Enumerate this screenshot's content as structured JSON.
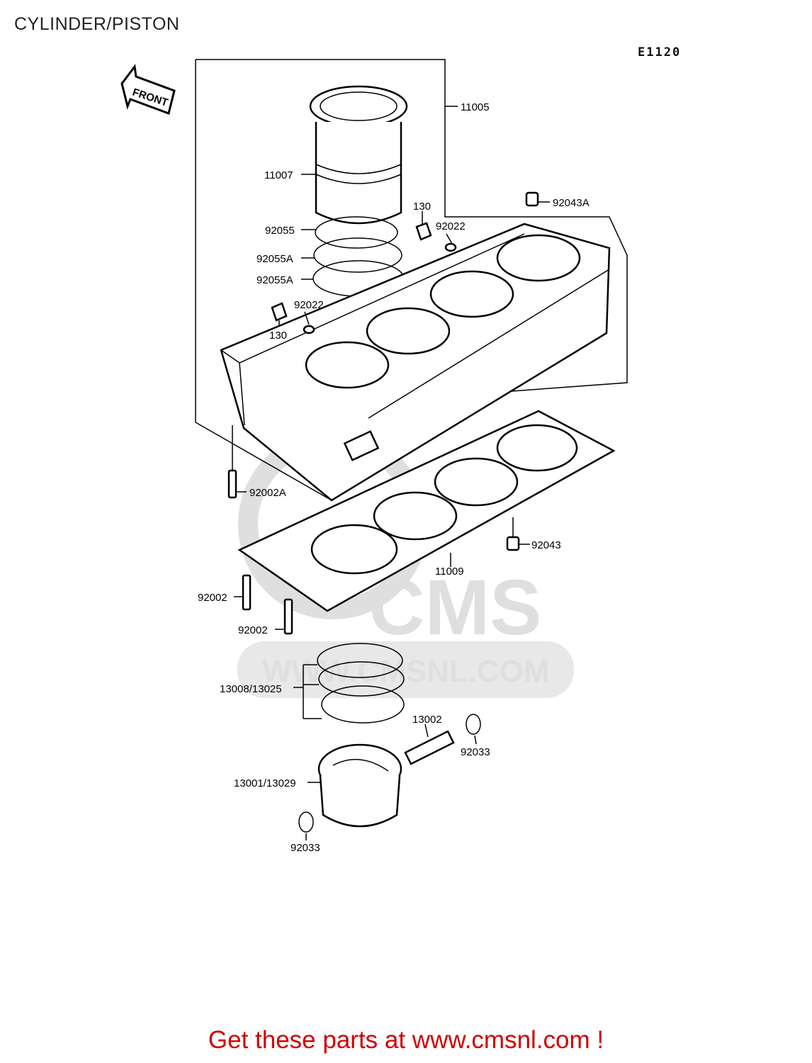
{
  "header": {
    "title": "CYLINDER/PISTON",
    "diagram_code": "E1120"
  },
  "front_marker": "FRONT",
  "watermark": {
    "brand": "CMS",
    "url": "WWW.CMSNL.COM"
  },
  "parts": [
    {
      "id": "p11005",
      "number": "11005"
    },
    {
      "id": "p11007",
      "number": "11007"
    },
    {
      "id": "p92043A",
      "number": "92043A"
    },
    {
      "id": "p130a",
      "number": "130"
    },
    {
      "id": "p92022a",
      "number": "92022"
    },
    {
      "id": "p92055",
      "number": "92055"
    },
    {
      "id": "p92055Aa",
      "number": "92055A"
    },
    {
      "id": "p92055Ab",
      "number": "92055A"
    },
    {
      "id": "p92022b",
      "number": "92022"
    },
    {
      "id": "p130b",
      "number": "130"
    },
    {
      "id": "p92002A",
      "number": "92002A"
    },
    {
      "id": "p92043",
      "number": "92043"
    },
    {
      "id": "p11009",
      "number": "11009"
    },
    {
      "id": "p92002a",
      "number": "92002"
    },
    {
      "id": "p92002b",
      "number": "92002"
    },
    {
      "id": "p13008",
      "number": "13008/13025"
    },
    {
      "id": "p13002",
      "number": "13002"
    },
    {
      "id": "p92033a",
      "number": "92033"
    },
    {
      "id": "p13001",
      "number": "13001/13029"
    },
    {
      "id": "p92033b",
      "number": "92033"
    }
  ],
  "footer": {
    "promo": "Get these parts at www.cmsnl.com !"
  },
  "colors": {
    "promo_text": "#d00000",
    "watermark": "#dcdcdc",
    "line": "#000000"
  }
}
